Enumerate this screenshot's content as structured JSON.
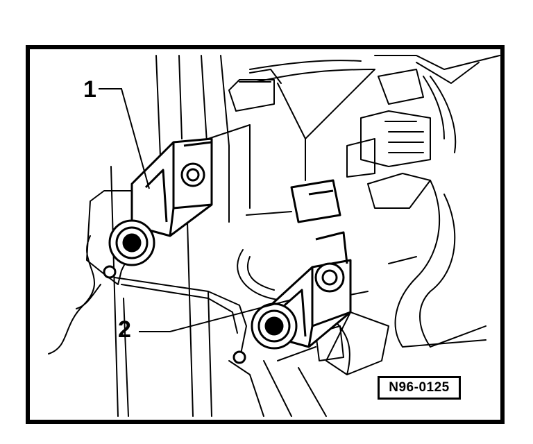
{
  "diagram": {
    "callouts": [
      {
        "id": "1",
        "label": "1"
      },
      {
        "id": "2",
        "label": "2"
      }
    ],
    "reference_code": "N96-0125",
    "colors": {
      "ink": "#000000",
      "paper": "#ffffff"
    }
  }
}
